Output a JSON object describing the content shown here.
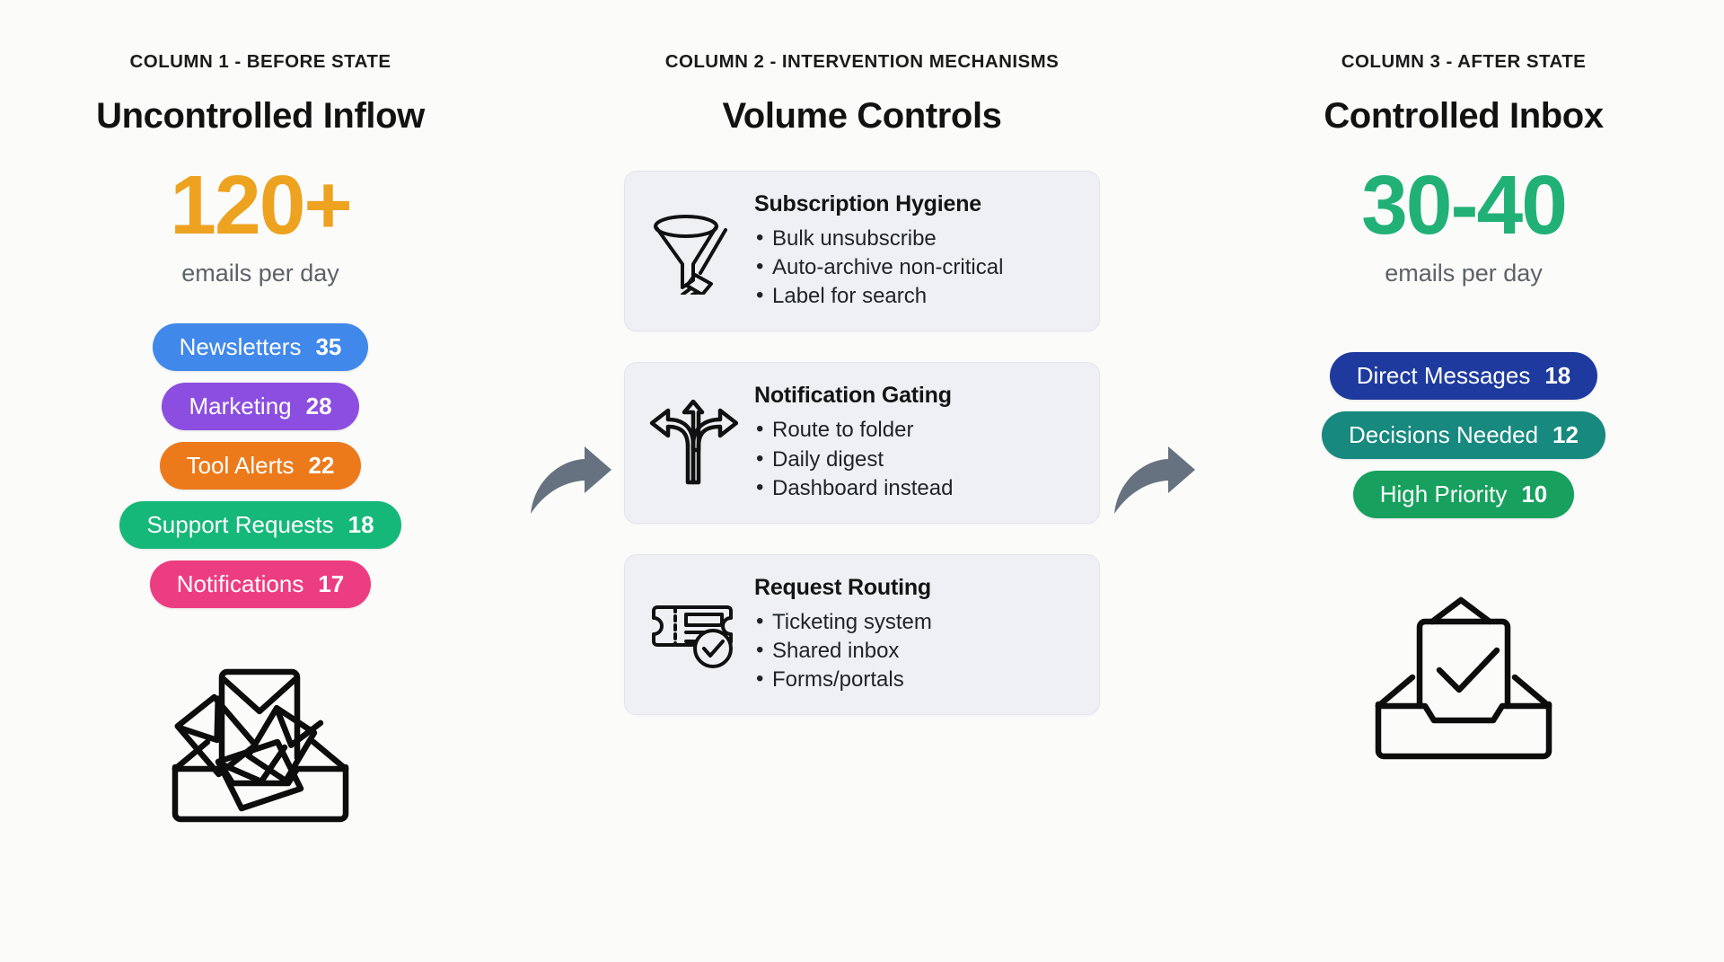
{
  "columns": [
    {
      "eyebrow": "COLUMN 1 - BEFORE STATE",
      "headline": "Uncontrolled Inflow",
      "big_number": "120+",
      "big_number_color": "#eda220",
      "caption": "emails per day",
      "illustration": "overflowing-inbox-icon",
      "pills": [
        {
          "label": "Newsletters",
          "value": "35",
          "color": "#4088ea"
        },
        {
          "label": "Marketing",
          "value": "28",
          "color": "#8b4ee0"
        },
        {
          "label": "Tool Alerts",
          "value": "22",
          "color": "#ec7a1b"
        },
        {
          "label": "Support Requests",
          "value": "18",
          "color": "#16b87a"
        },
        {
          "label": "Notifications",
          "value": "17",
          "color": "#ed3d82"
        }
      ]
    },
    {
      "eyebrow": "COLUMN 2 - INTERVENTION MECHANISMS",
      "headline": "Volume Controls",
      "cards": [
        {
          "icon": "funnel-broom-icon",
          "title": "Subscription Hygiene",
          "items": [
            "Bulk unsubscribe",
            "Auto-archive non-critical",
            "Label for search"
          ]
        },
        {
          "icon": "three-way-arrow-icon",
          "title": "Notification Gating",
          "items": [
            "Route to folder",
            "Daily digest",
            "Dashboard instead"
          ]
        },
        {
          "icon": "ticket-check-icon",
          "title": "Request Routing",
          "items": [
            "Ticketing system",
            "Shared inbox",
            "Forms/portals"
          ]
        }
      ]
    },
    {
      "eyebrow": "COLUMN 3 - AFTER STATE",
      "headline": "Controlled Inbox",
      "big_number": "30-40",
      "big_number_color": "#21b177",
      "caption": "emails per day",
      "illustration": "clean-inbox-check-icon",
      "pills": [
        {
          "label": "Direct Messages",
          "value": "18",
          "color": "#1e3a9e"
        },
        {
          "label": "Decisions Needed",
          "value": "12",
          "color": "#17897f"
        },
        {
          "label": "High Priority",
          "value": "10",
          "color": "#18a05e"
        }
      ]
    }
  ],
  "arrows": [
    {
      "name": "flow-arrow-1",
      "color": "#667280"
    },
    {
      "name": "flow-arrow-2",
      "color": "#667280"
    }
  ],
  "background_color": "#fbfbfa"
}
